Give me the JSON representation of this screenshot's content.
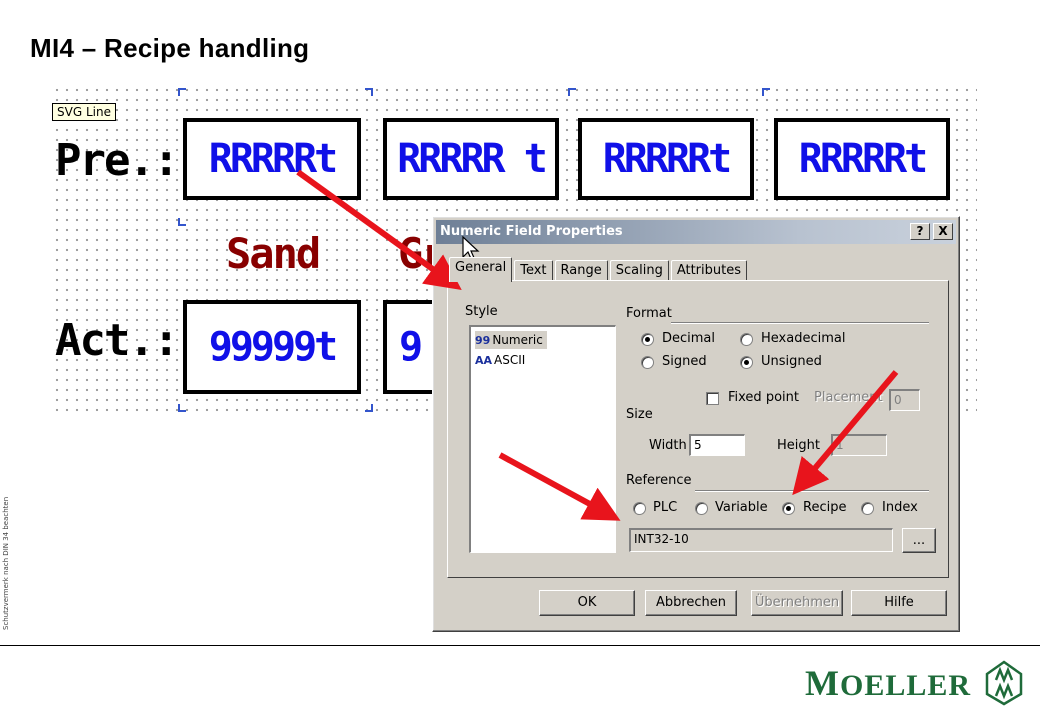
{
  "slide": {
    "title": "MI4 – Recipe handling",
    "side_note": "Schutzvermerk nach DIN 34 beachten",
    "logo": {
      "first": "M",
      "rest": "OELLER"
    }
  },
  "canvas": {
    "tooltip": "SVG Line",
    "label_pre": "Pre.:",
    "label_act": "Act.:",
    "pre_fields": [
      "RRRRRt",
      "RRRRR t",
      "RRRRRt",
      "RRRRRt"
    ],
    "act_fields": [
      "99999t",
      "9"
    ],
    "names": [
      "Sand",
      "Gr"
    ]
  },
  "dialog": {
    "title": "Numeric Field Properties",
    "help_btn": "?",
    "close_btn": "X",
    "tabs": [
      "General",
      "Text",
      "Range",
      "Scaling",
      "Attributes"
    ],
    "style": {
      "label": "Style",
      "items": [
        {
          "icon": "99",
          "label": "Numeric"
        },
        {
          "icon": "AA",
          "label": "ASCII"
        }
      ]
    },
    "format": {
      "label": "Format",
      "decimal": "Decimal",
      "hexadecimal": "Hexadecimal",
      "signed": "Signed",
      "unsigned": "Unsigned",
      "fixed_point": "Fixed point",
      "placement": "Placement",
      "placement_value": "0"
    },
    "size": {
      "label": "Size",
      "width_label": "Width",
      "width_value": "5",
      "height_label": "Height",
      "height_value": "1"
    },
    "reference": {
      "label": "Reference",
      "plc": "PLC",
      "variable": "Variable",
      "recipe": "Recipe",
      "index": "Index",
      "value": "INT32-10",
      "browse": "..."
    },
    "buttons": {
      "ok": "OK",
      "cancel": "Abbrechen",
      "apply": "Übernehmen",
      "help": "Hilfe"
    }
  },
  "colors": {
    "lcd_value": "#1010e8",
    "lcd_name": "#880000",
    "arrow": "#e8141c",
    "logo": "#1f6b3a",
    "dialog_face": "#d4d0c8"
  }
}
